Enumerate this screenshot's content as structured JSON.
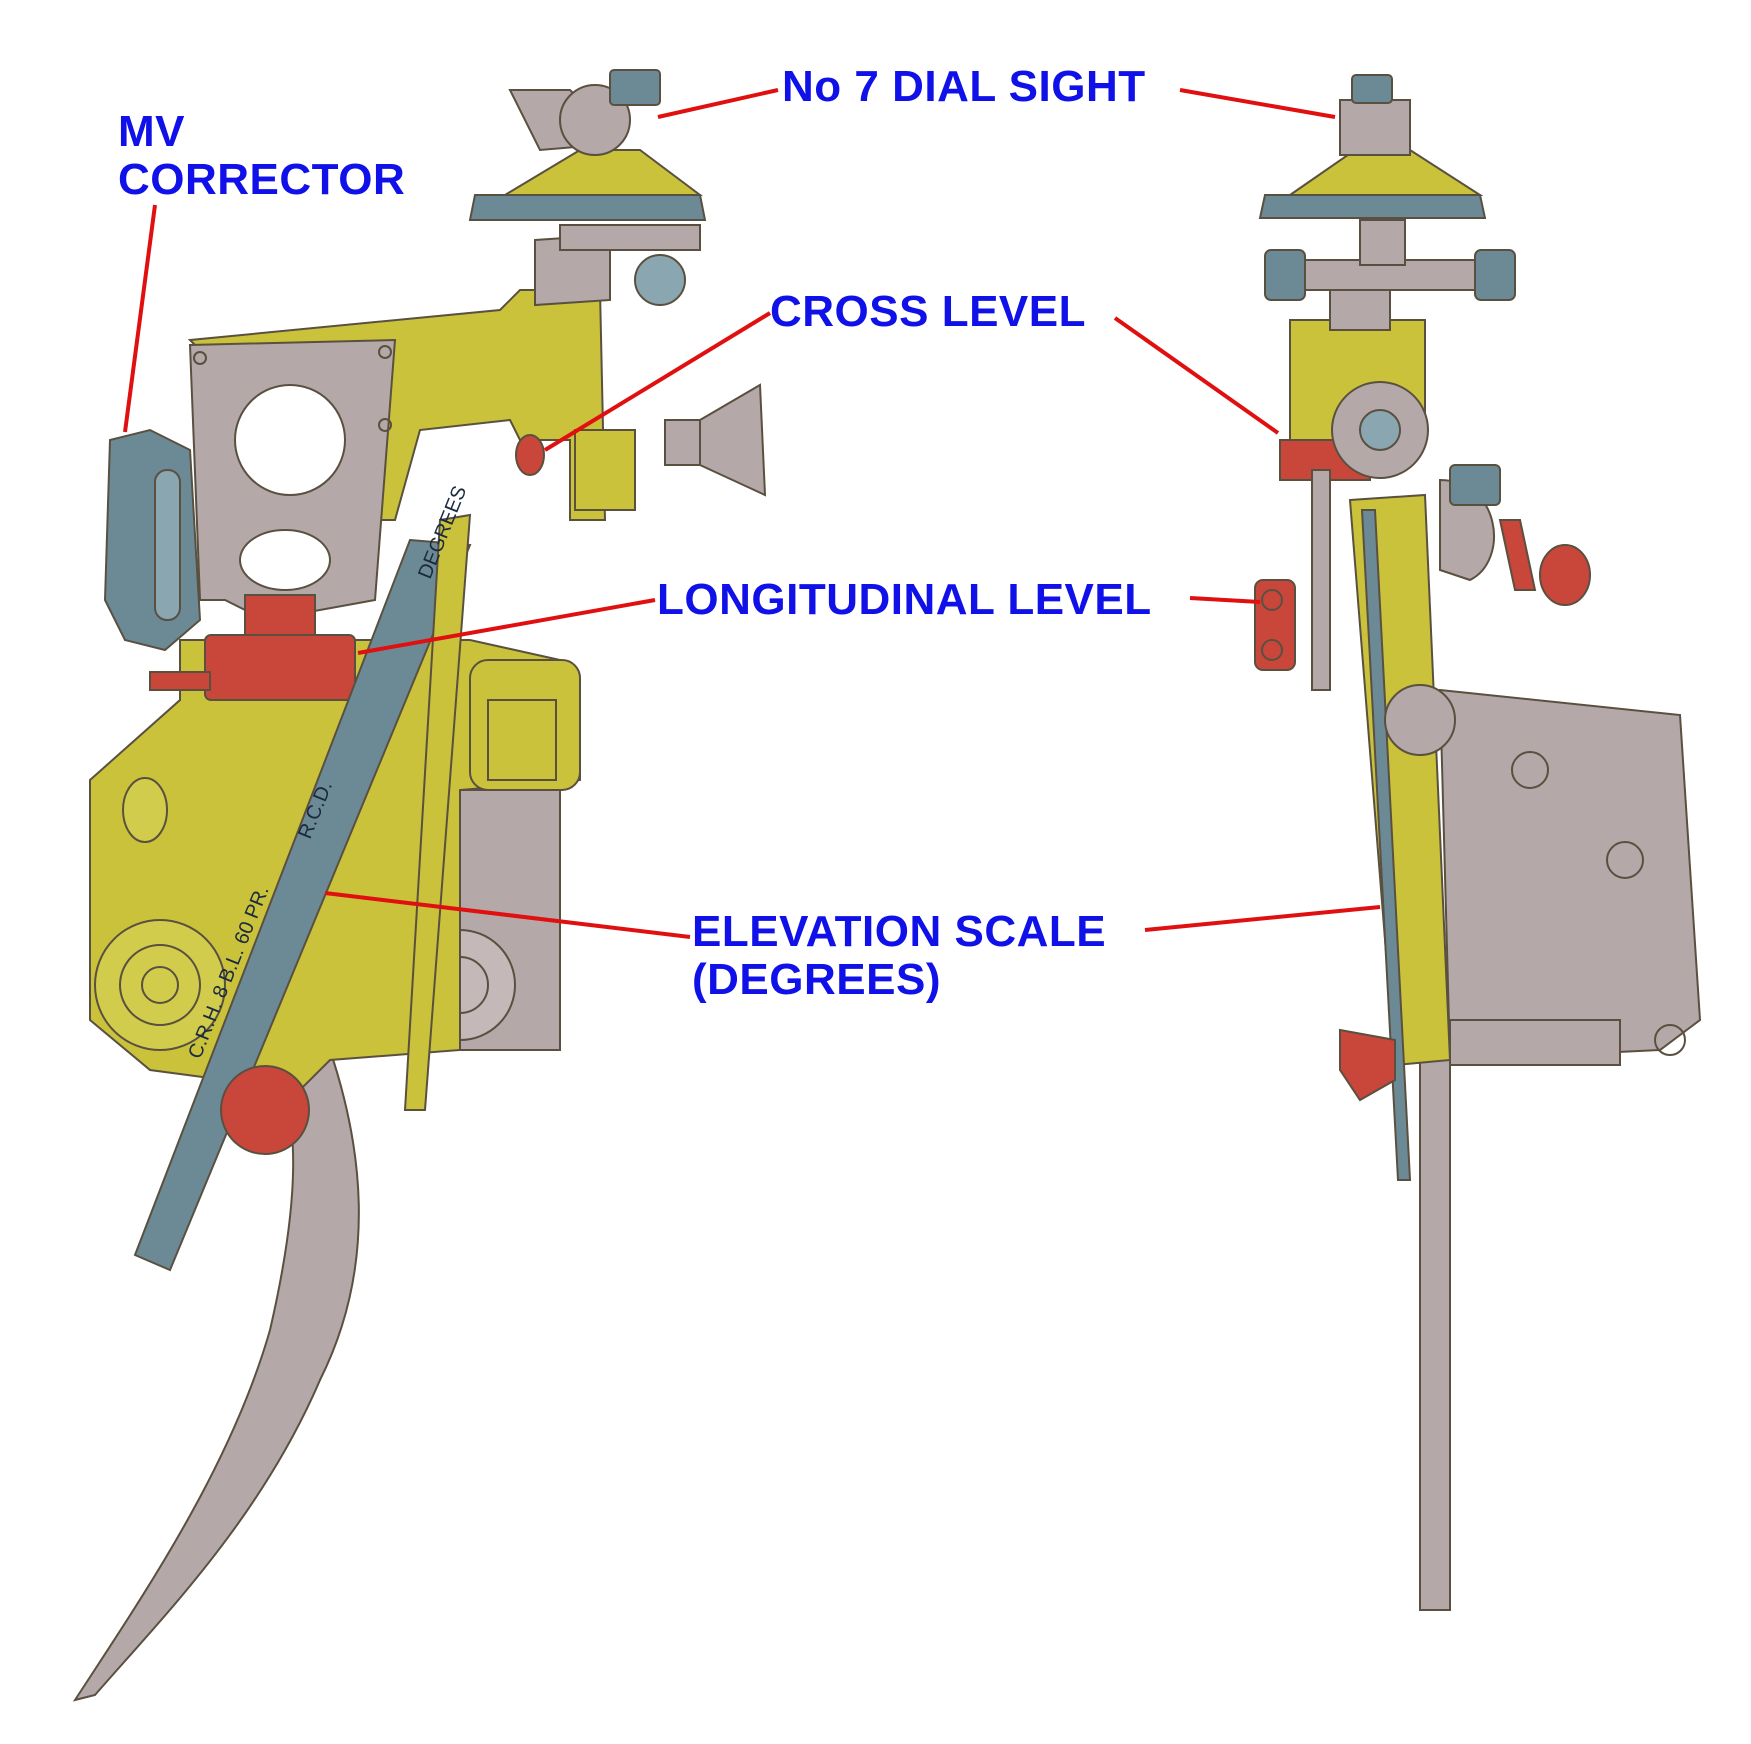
{
  "labels": {
    "mv_corrector": {
      "line1": "MV",
      "line2": "CORRECTOR"
    },
    "dial_sight": "No 7 DIAL SIGHT",
    "cross_level": "CROSS LEVEL",
    "longitudinal_level": "LONGITUDINAL LEVEL",
    "elevation_scale": {
      "line1": "ELEVATION SCALE",
      "line2": "(DEGREES)"
    }
  },
  "scale_text": {
    "degrees": "DEGREES",
    "rcd": "R.C.D.",
    "bl": "C.R.H. 8 B.L. 60 PR."
  },
  "colors": {
    "label_text": "#1010e8",
    "leader_line": "#e01010",
    "body_yellow": "#c9c23a",
    "body_grey": "#b5a8a8",
    "part_red": "#c8473a",
    "scale_blue": "#6c8a96"
  }
}
